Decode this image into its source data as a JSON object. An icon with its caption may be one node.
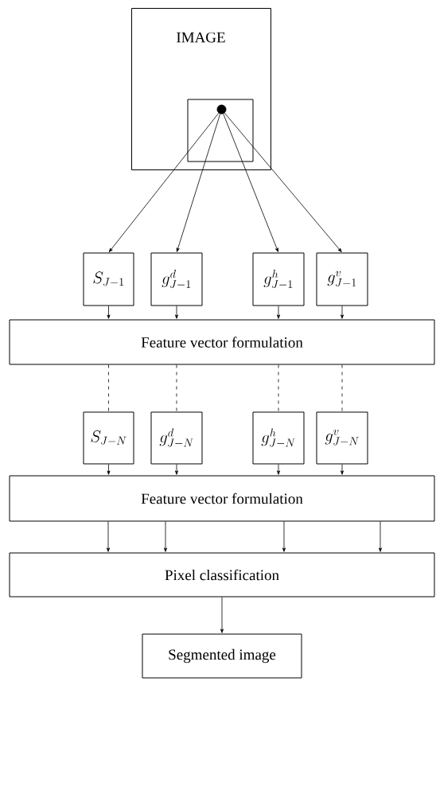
{
  "diagram": {
    "nodes": [
      {
        "text": [
          "IMAGE"
        ]
      },
      {
        "text": [],
        "shape": "box",
        "in": 0
      },
      {
        "text": [],
        "shape": "circle",
        "in": 1
      },
      {
        "text": [
          "S_{J-1}"
        ]
      },
      {
        "text": [
          "g^{d}_{J-1}"
        ]
      },
      {
        "text": [
          "g^{h}_{J-1}"
        ]
      },
      {
        "text": [
          "g^{v}_{J-1}"
        ]
      },
      {
        "text": [
          "Feature vector formulation"
        ]
      },
      {
        "text": [
          "S_{J-N}"
        ]
      },
      {
        "text": [
          "g^{d}_{J-N}"
        ]
      },
      {
        "text": [
          "g^{h}_{J-N}"
        ]
      },
      {
        "text": [
          "g^{v}_{J-N}"
        ]
      },
      {
        "text": [
          "Feature vector formulation"
        ]
      },
      {
        "text": [
          "Pixel classification"
        ]
      },
      {
        "text": [
          "Segmented image"
        ]
      }
    ],
    "edges": [
      {
        "from": 2,
        "to": 3,
        "arrow": "to"
      },
      {
        "from": 2,
        "to": 4,
        "arrow": "to"
      },
      {
        "from": 2,
        "to": 5,
        "arrow": "to"
      },
      {
        "from": 2,
        "to": 6,
        "arrow": "to"
      },
      {
        "from": 3,
        "to": 7,
        "arrow": "to"
      },
      {
        "from": 4,
        "to": 7,
        "arrow": "to"
      },
      {
        "from": 5,
        "to": 7,
        "arrow": "to"
      },
      {
        "from": 6,
        "to": 7,
        "arrow": "to"
      },
      {
        "from": 7,
        "to": 8,
        "arrow": "none",
        "style": "dashed"
      },
      {
        "from": 7,
        "to": 9,
        "arrow": "none",
        "style": "dashed"
      },
      {
        "from": 7,
        "to": 10,
        "arrow": "none",
        "style": "dashed"
      },
      {
        "from": 7,
        "to": 11,
        "arrow": "none",
        "style": "dashed"
      },
      {
        "from": 8,
        "to": 12,
        "arrow": "to"
      },
      {
        "from": 9,
        "to": 12,
        "arrow": "to"
      },
      {
        "from": 10,
        "to": 12,
        "arrow": "to"
      },
      {
        "from": 11,
        "to": 12,
        "arrow": "to"
      },
      {
        "from": 12,
        "to": 13,
        "arrow": "to"
      },
      {
        "from": 12,
        "to": 13,
        "arrow": "to"
      },
      {
        "from": 12,
        "to": 13,
        "arrow": "to"
      },
      {
        "from": 12,
        "to": 13,
        "arrow": "to"
      },
      {
        "from": 13,
        "to": 14,
        "arrow": "to"
      }
    ]
  }
}
